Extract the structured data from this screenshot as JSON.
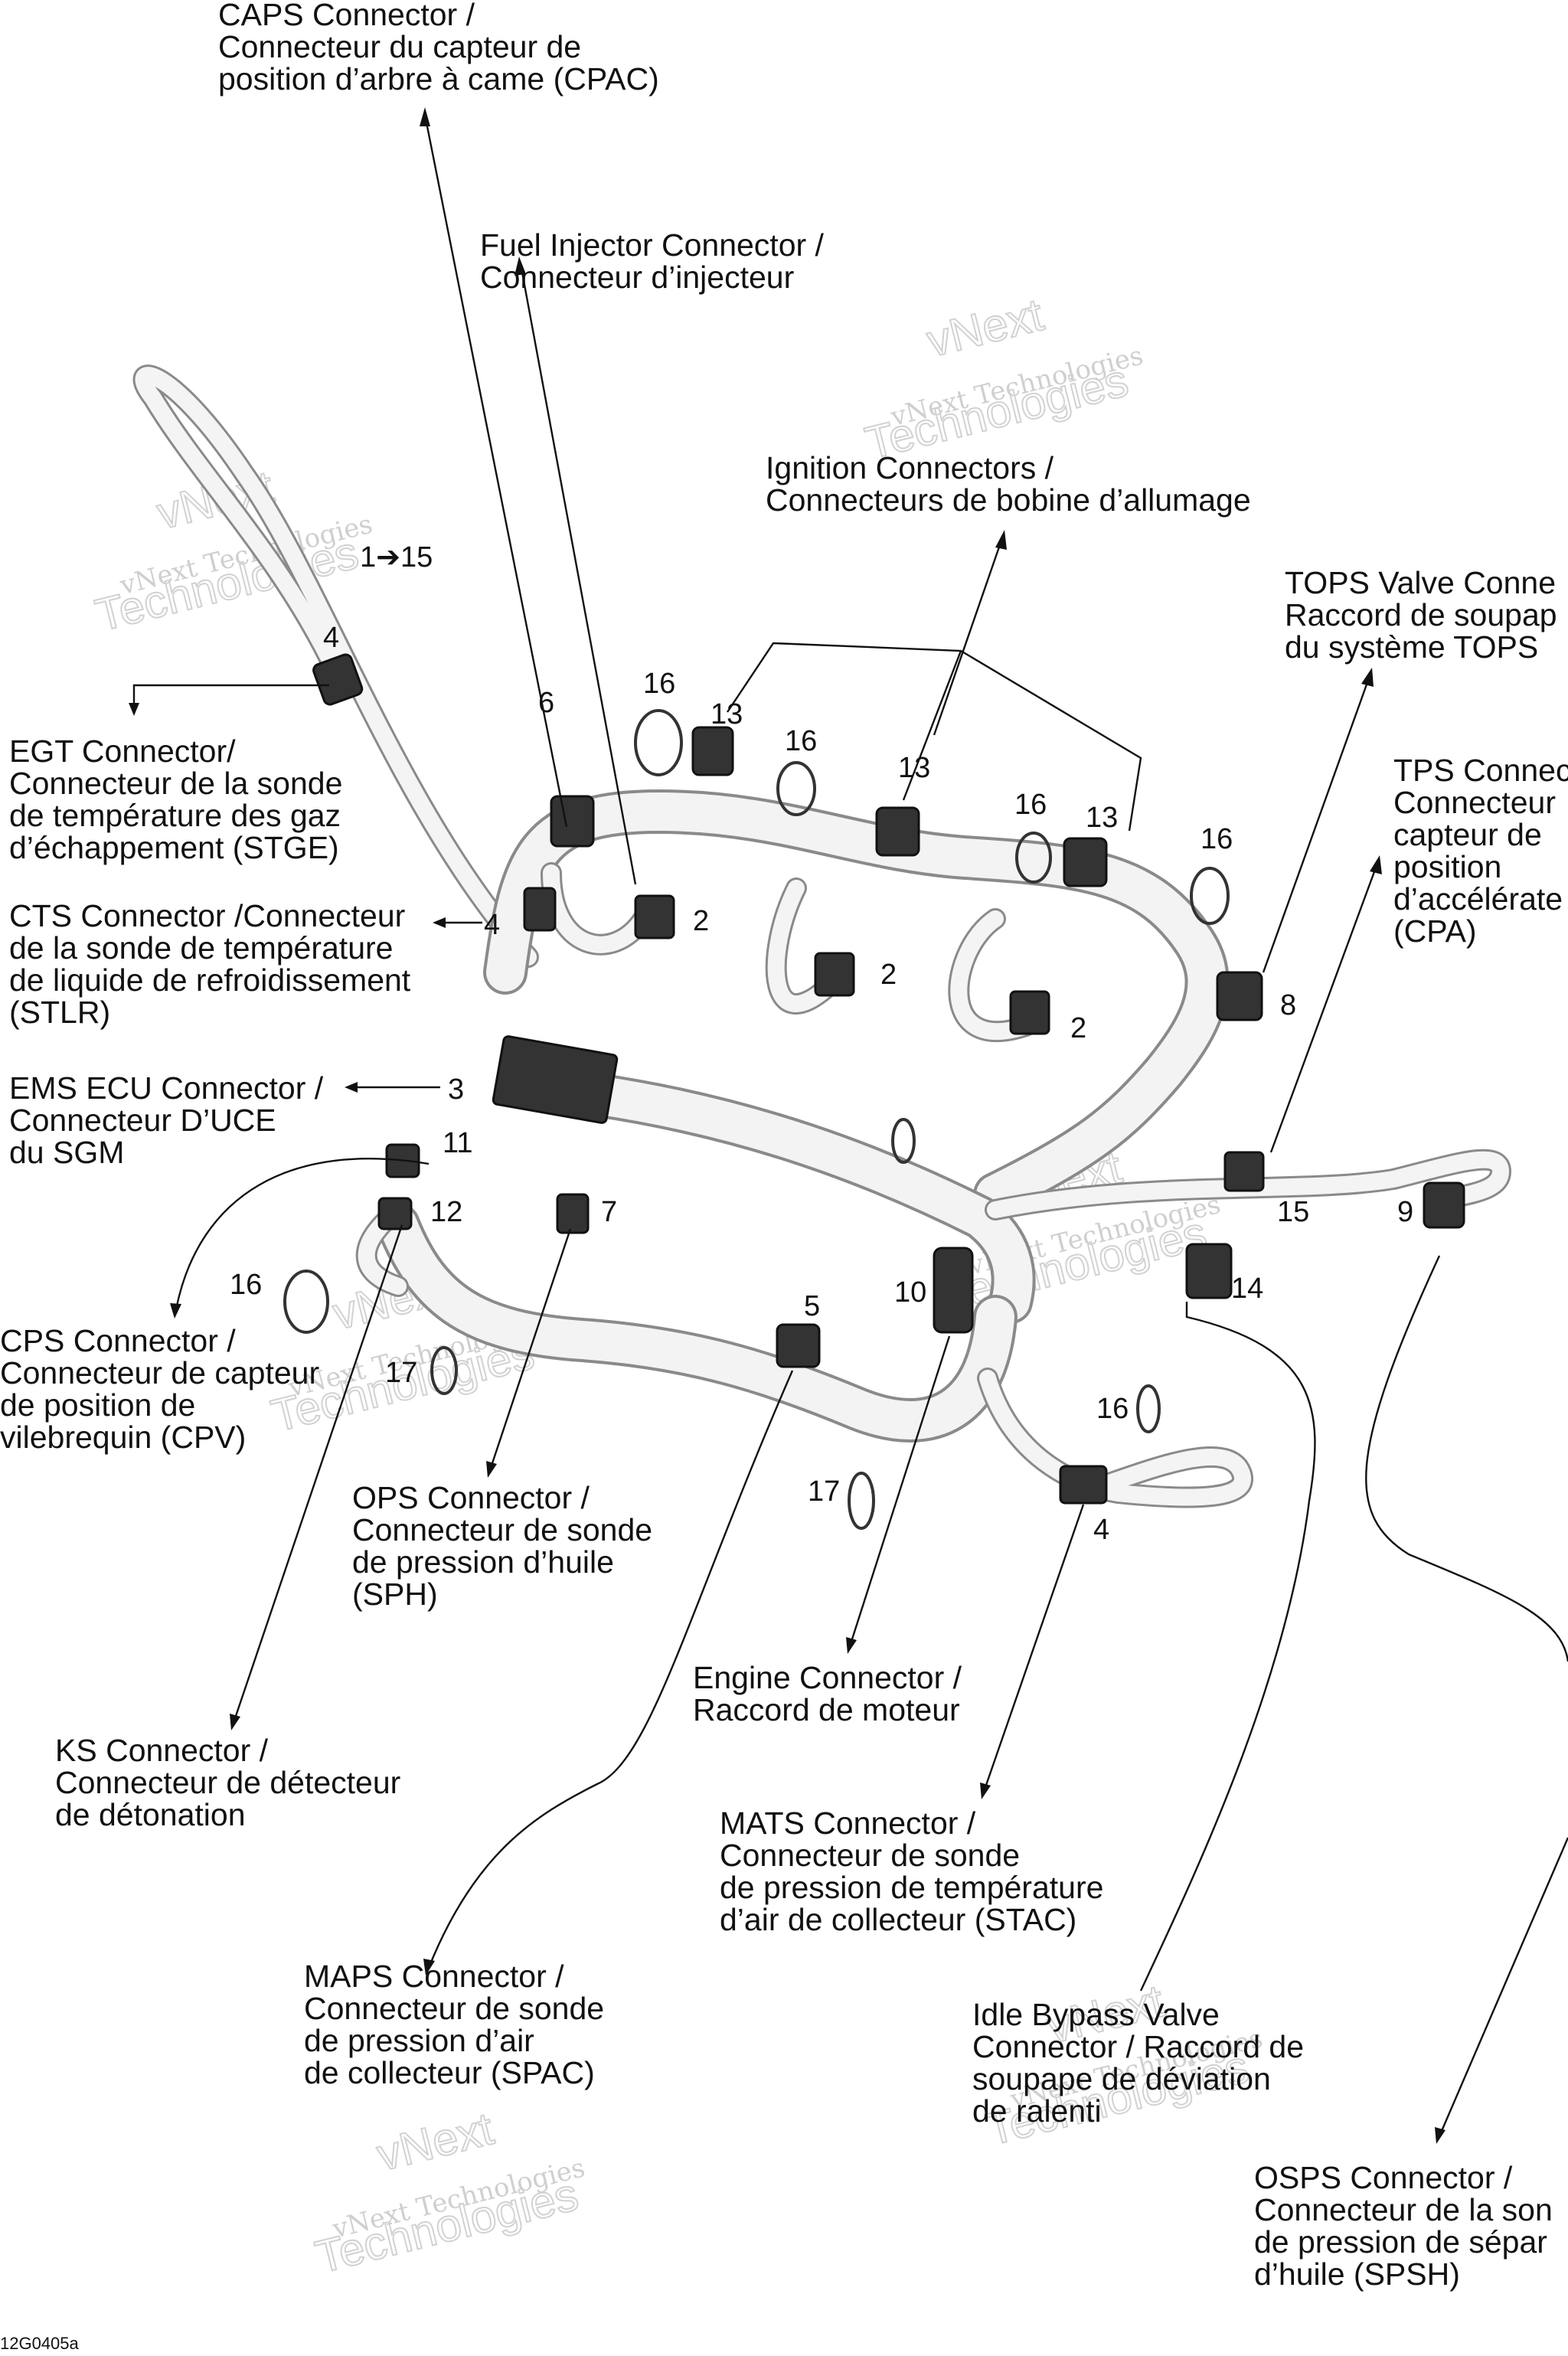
{
  "labels": {
    "caps": [
      "CAPS Connector /",
      "Connecteur du capteur de",
      "position d’arbre à came (CPAC)"
    ],
    "fuel_injector": [
      "Fuel Injector Connector /",
      "Connecteur d’injecteur"
    ],
    "ignition": [
      "Ignition Connectors /",
      "Connecteurs de bobine d’allumage"
    ],
    "tops": [
      "TOPS Valve Conne",
      "Raccord de soupap",
      "du système TOPS"
    ],
    "tps": [
      "TPS Connec",
      "Connecteur",
      "capteur de",
      "position",
      "d’accélérate",
      "(CPA)"
    ],
    "egt": [
      "EGT Connector/",
      "Connecteur de la sonde",
      "de température des gaz",
      "d’échappement (STGE)"
    ],
    "cts": [
      "CTS Connector /Connecteur",
      "de la sonde de température",
      "de liquide de refroidissement",
      "(STLR)"
    ],
    "ems": [
      "EMS ECU Connector /",
      "Connecteur D’UCE",
      "du SGM"
    ],
    "cps": [
      "CPS Connector /",
      "Connecteur de capteur",
      "de position de",
      "vilebrequin (CPV)"
    ],
    "ops": [
      "OPS Connector /",
      "Connecteur de sonde",
      "de pression d’huile",
      "(SPH)"
    ],
    "ks": [
      "KS Connector /",
      "Connecteur de détecteur",
      "de détonation"
    ],
    "engine": [
      "Engine Connector /",
      "Raccord de moteur"
    ],
    "mats": [
      "MATS Connector /",
      "Connecteur de sonde",
      "de pression de température",
      "d’air de collecteur (STAC)"
    ],
    "maps": [
      "MAPS Connector /",
      "Connecteur de sonde",
      "de pression d’air",
      "de collecteur (SPAC)"
    ],
    "idle": [
      "Idle Bypass Valve",
      "Connector / Raccord de",
      "soupape de déviation",
      "de ralenti"
    ],
    "osps": [
      "OSPS Connector /",
      "Connecteur de la son",
      "de pression de sépar",
      "d’huile (SPSH)"
    ]
  },
  "callouts": {
    "range": "1➔15",
    "n4a": "4",
    "n6": "6",
    "n16a": "16",
    "n13a": "13",
    "n16b": "16",
    "n13b": "13",
    "n16c": "16",
    "n13c": "13",
    "n16d": "16",
    "n4b": "4",
    "n2a": "2",
    "n2b": "2",
    "n2c": "2",
    "n8": "8",
    "n3": "3",
    "n11": "11",
    "n12": "12",
    "n7": "7",
    "n15": "15",
    "n9": "9",
    "n16e": "16",
    "n5": "5",
    "n10": "10",
    "n14": "14",
    "n17a": "17",
    "n16f": "16",
    "n17b": "17",
    "n4c": "4"
  },
  "watermark": {
    "line1": "vNext Technologies",
    "line2a": "vNext",
    "line2b": "Technologies"
  },
  "figure_id": "12G0405a"
}
